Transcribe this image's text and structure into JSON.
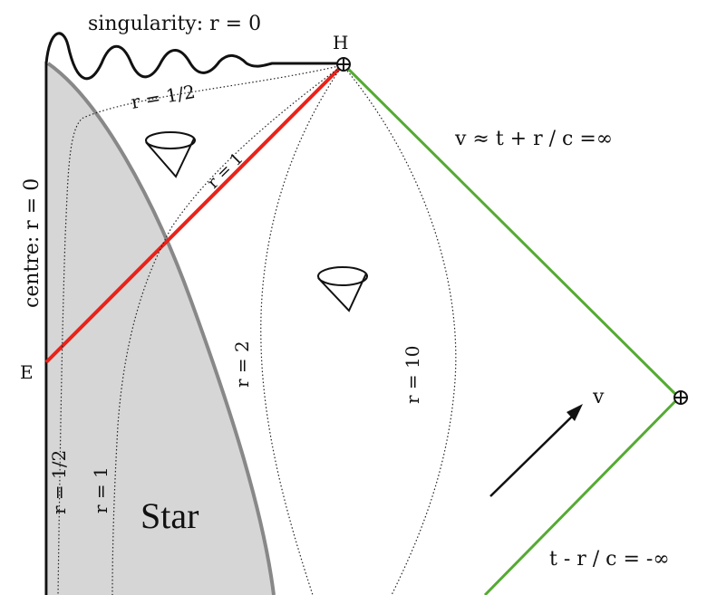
{
  "labels": {
    "singularity": "singularity:  r = 0",
    "horizon_point": "H",
    "event_point": "E",
    "centre": "centre:  r = 0",
    "r_half_top": "r = 1/2",
    "r_one_horizon": "r = 1",
    "r_two": "r = 2",
    "r_ten": "r = 10",
    "r_half_left": "r = 1/2",
    "r_one_left": "r = 1",
    "star": "Star",
    "v_infinity": "v ≈ t + r / c =∞",
    "t_minus_infinity": "t - r / c = -∞",
    "v_arrow": "v"
  },
  "colors": {
    "star_fill": "#d6d6d6",
    "star_surface": "#888888",
    "horizon": "#e8231a",
    "null_infinity": "#55aa33",
    "ink": "#111111"
  },
  "icons": {
    "light_cone": "light-cone-icon",
    "infinity_point": "circled-plus-icon"
  }
}
